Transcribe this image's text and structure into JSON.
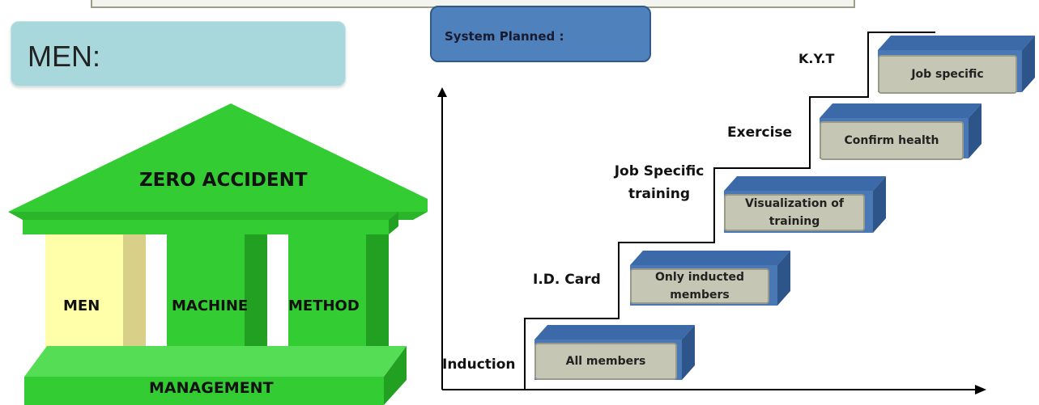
{
  "men_title": "MEN:",
  "system_title": "System Planned :",
  "temple": {
    "roof": "ZERO ACCIDENT",
    "pillars": [
      "MEN",
      "MACHINE",
      "METHOD"
    ],
    "base": "MANAGEMENT"
  },
  "stairs": {
    "labels": [
      "Induction",
      "I.D. Card",
      "Job Specific training",
      "Exercise",
      "K.Y.T"
    ],
    "boxes": [
      "All members",
      "Only inducted members",
      "Visualization of training",
      "Confirm health",
      "Job specific"
    ]
  },
  "colors": {
    "temple_green": "#33cc33",
    "men_pillar": "#ffffaa",
    "box_blue": "#3c6aa8",
    "box_face": "#c6c6b4",
    "men_box": "#a9d8dc",
    "system_box": "#4f81bd"
  }
}
